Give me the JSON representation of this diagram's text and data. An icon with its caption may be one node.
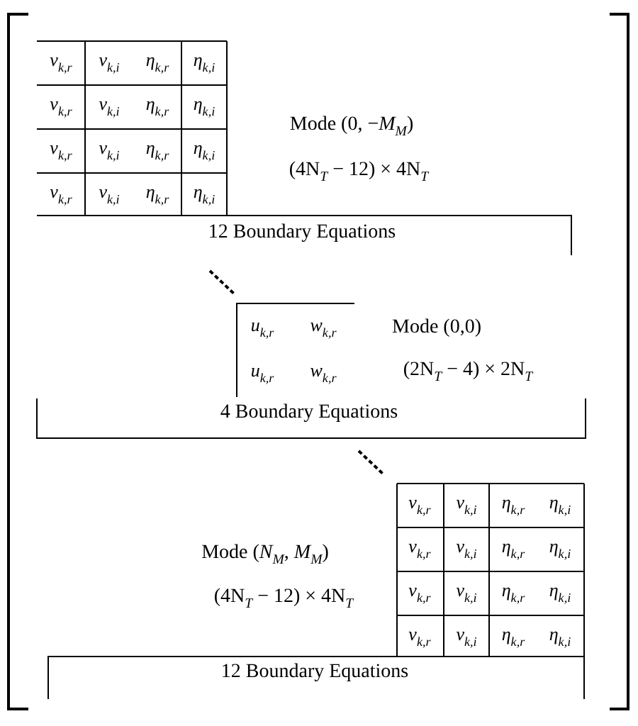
{
  "diagram": {
    "labels": [
      "*v*$_{k,r}$",
      "*v*$_{k,i}$",
      "*η*$_{k,r}$",
      "*η*$_{k,i}$",
      "*v*$_{k,r}$",
      "*v*$_{k,i}$",
      "*η*$_{k,r}$",
      "*η*$_{k,i}$",
      "*v*$_{k,r}$",
      "*v*$_{k,i}$",
      "*η*$_{k,r}$",
      "*η*$_{k,i}$",
      "*v*$_{k,r}$",
      "*v*$_{k,i}$",
      "*η*$_{k,r}$",
      "*η*$_{k,i}$",
      "Mode (0, −*M*$_{M}$)",
      "(4N$_{T}$ − 12) × 4N$_{T}$",
      "12 Boundary Equations",
      "*u*$_{k,r}$",
      "*w*$_{k,r}$",
      "Mode (0,0)",
      "*u*$_{k,r}$",
      "*w*$_{k,r}$",
      "(2N$_{T}$ − 4) × 2N$_{T}$",
      "4 Boundary Equations",
      "*v*$_{k,r}$",
      "*v*$_{k,i}$",
      "*η*$_{k,r}$",
      "*η*$_{k,i}$",
      "Mode (*N*$_{M}$, *M*$_{M}$)",
      "*v*$_{k,r}$",
      "*v*$_{k,i}$",
      "*η*$_{k,r}$",
      "*η*$_{k,i}$",
      "(4N$_{T}$ − 12) × 4N$_{T}$",
      "*v*$_{k,r}$",
      "*v*$_{k,i}$",
      "*η*$_{k,r}$",
      "*η*$_{k,i}$",
      "*v*$_{k,r}$",
      "*v*$_{k,i}$",
      "*η*$_{k,r}$",
      "*η*$_{k,i}$",
      "12 Boundary Equations"
    ]
  }
}
